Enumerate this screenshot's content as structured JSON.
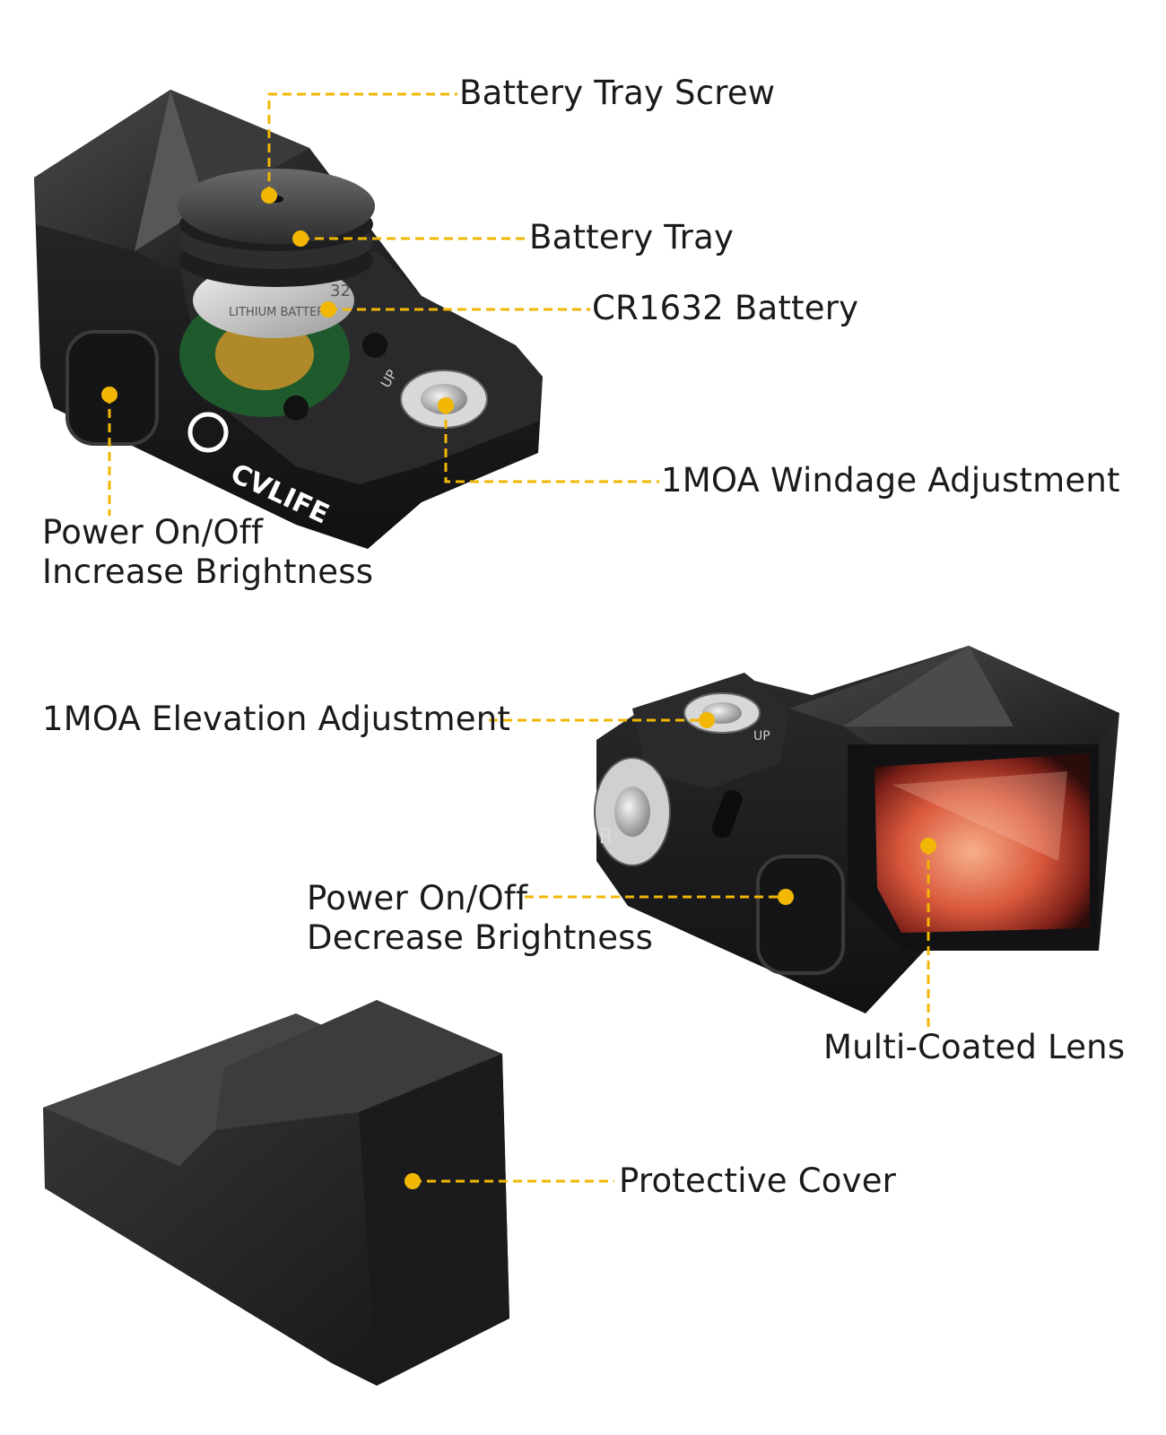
{
  "colors": {
    "leader_line": "#f2b705",
    "dot": "#f2b705",
    "body_dark": "#1c1c1e",
    "body_mid": "#3a3a3c",
    "lens_red": "#e4553a",
    "text": "#1a1a1a",
    "background": "#ffffff"
  },
  "sight_top": {
    "brand": "CVLIFE",
    "battery_print": "LITHIUM BATTERY",
    "battery_model": "32",
    "adjuster_mark": "UP"
  },
  "sight_front": {
    "adjuster_mark_top": "UP",
    "adjuster_mark_side": "R"
  },
  "labels": {
    "battery_tray_screw": "Battery Tray Screw",
    "battery_tray": "Battery Tray",
    "cr1632_battery": "CR1632 Battery",
    "windage": "1MOA Windage Adjustment",
    "power_increase_line1": "Power On/Off",
    "power_increase_line2": "Increase Brightness",
    "elevation": "1MOA Elevation Adjustment",
    "power_decrease_line1": "Power On/Off",
    "power_decrease_line2": "Decrease Brightness",
    "lens": "Multi-Coated Lens",
    "cover": "Protective Cover"
  }
}
